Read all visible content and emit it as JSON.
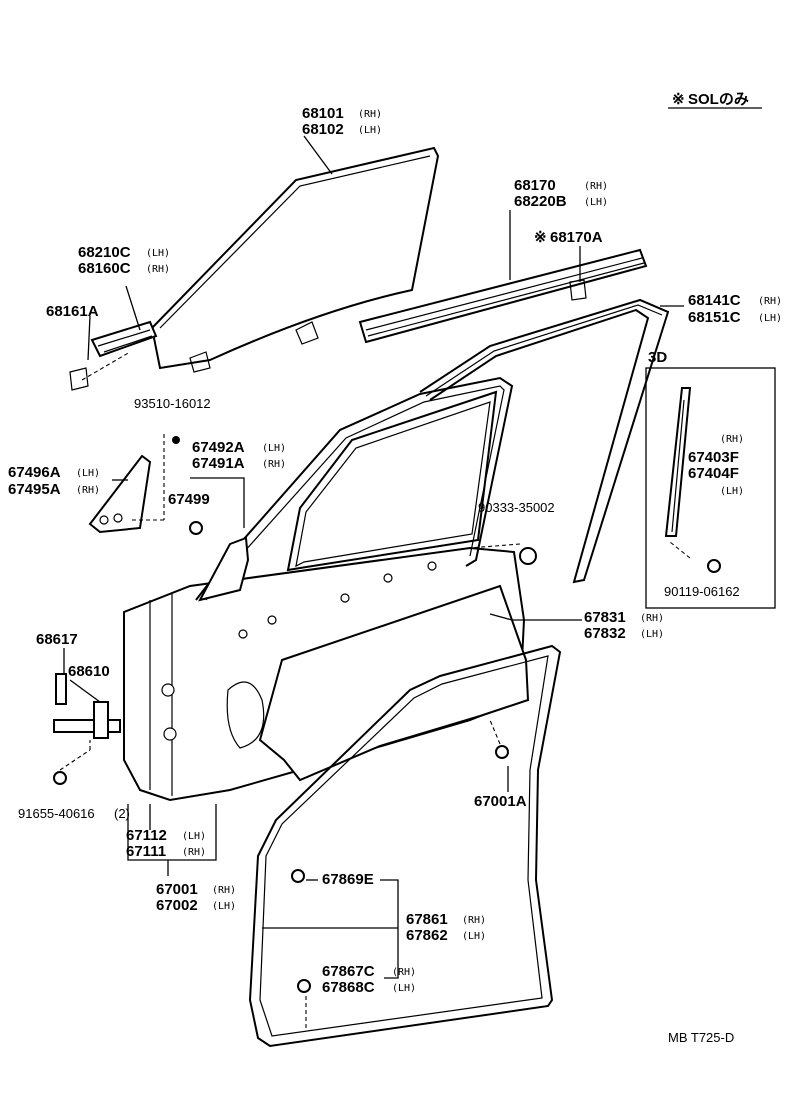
{
  "note": {
    "mark": "※",
    "text": "SOLのみ"
  },
  "inset": {
    "label": "3D"
  },
  "drawing_code": "MB T725-D",
  "side": {
    "rh": "(RH)",
    "lh": "(LH)"
  },
  "callouts": {
    "glass": {
      "rh": "68101",
      "lh": "68102"
    },
    "run_front": {
      "lh": "68210C",
      "rh": "68160C"
    },
    "run_front_sub": "68161A",
    "belt": {
      "rh": "68170",
      "lh": "68220B"
    },
    "belt_sol": "68170A",
    "run_rear": {
      "rh": "68141C",
      "lh": "68151C"
    },
    "screw_a": "93510-16012",
    "cover": {
      "lh": "67492A",
      "rh": "67491A"
    },
    "clip_a": "67499",
    "garnish": {
      "lh": "67496A",
      "rh": "67495A"
    },
    "plug": "90333-35002",
    "inset_mould": {
      "rh": "67403F",
      "lh": "67404F"
    },
    "screw_b": "90119-06162",
    "pin": "68617",
    "hinge": "68610",
    "service_hole": {
      "rh": "67831",
      "lh": "67832"
    },
    "bolt": "91655-40616",
    "bolt_qty": "(2)",
    "outer_panel": {
      "lh": "67112",
      "rh": "67111"
    },
    "door_panel": {
      "rh": "67001",
      "lh": "67002"
    },
    "clip_b": "67001A",
    "clip_c": "67869E",
    "weatherstrip": {
      "rh": "67861",
      "lh": "67862"
    },
    "clip_d": {
      "rh": "67867C",
      "lh": "67868C"
    }
  }
}
